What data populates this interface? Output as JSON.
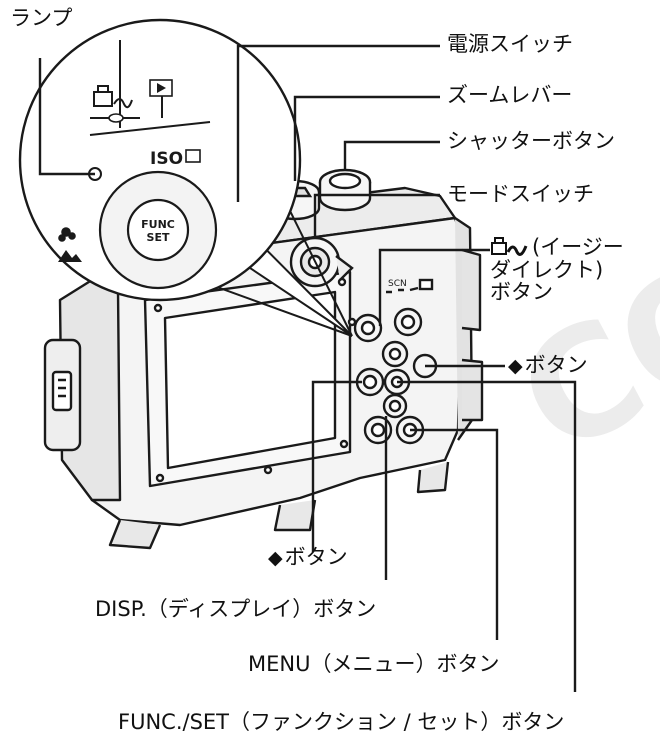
{
  "labels": {
    "lamp": "ランプ",
    "power": "電源スイッチ",
    "zoom": "ズームレバー",
    "shutter": "シャッターボタン",
    "mode": "モードスイッチ",
    "easy_direct": [
      "(イージー",
      "ダイレクト)",
      "ボタン"
    ],
    "right": "ボタン",
    "left": "ボタン",
    "disp": "DISP.（ディスプレイ）ボタン",
    "menu": "MENU（メニュー）ボタン",
    "func": "FUNC./SET（ファンクション / セット）ボタン"
  },
  "camera_marks": {
    "iso": "ISO",
    "func_top": "FUNC",
    "func_bottom": "SET",
    "scn": "SCN"
  },
  "watermark": "CO",
  "colors": {
    "ink": "#111111",
    "body": "#f4f4f4",
    "shade": "#d6d6d6",
    "line": "#1a1a1a"
  },
  "icons": [
    "print-share-icon",
    "right-arrow-icon",
    "left-arrow-icon",
    "play-icon",
    "macro-icon",
    "landscape-icon"
  ]
}
